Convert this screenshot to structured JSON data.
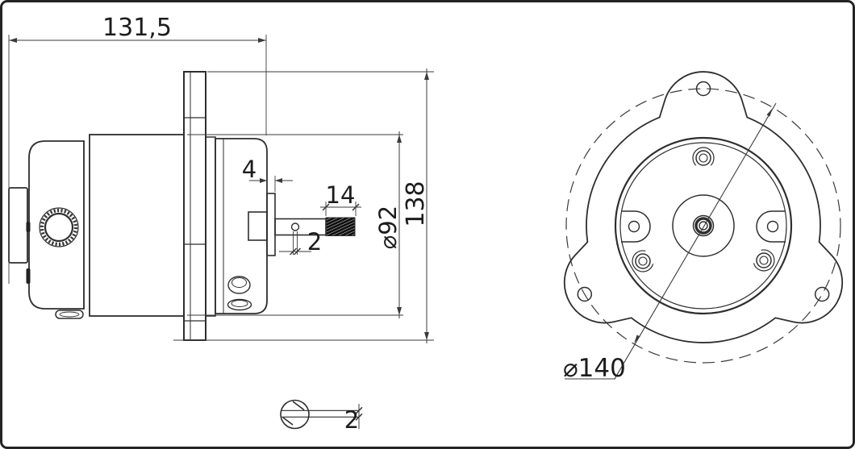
{
  "colors": {
    "line": "#2e2e2e",
    "dimension_line": "#3a3a3a",
    "background": "#ffffff"
  },
  "dimensions": {
    "overall_length": "131,5",
    "flange_boss_thickness": "4",
    "thread_length": "14",
    "shaft_hole_diameter": "2",
    "motor_body_diameter": "⌀92",
    "flange_height": "138",
    "mounting_circle_diameter": "⌀140",
    "pin_diameter": "2"
  }
}
